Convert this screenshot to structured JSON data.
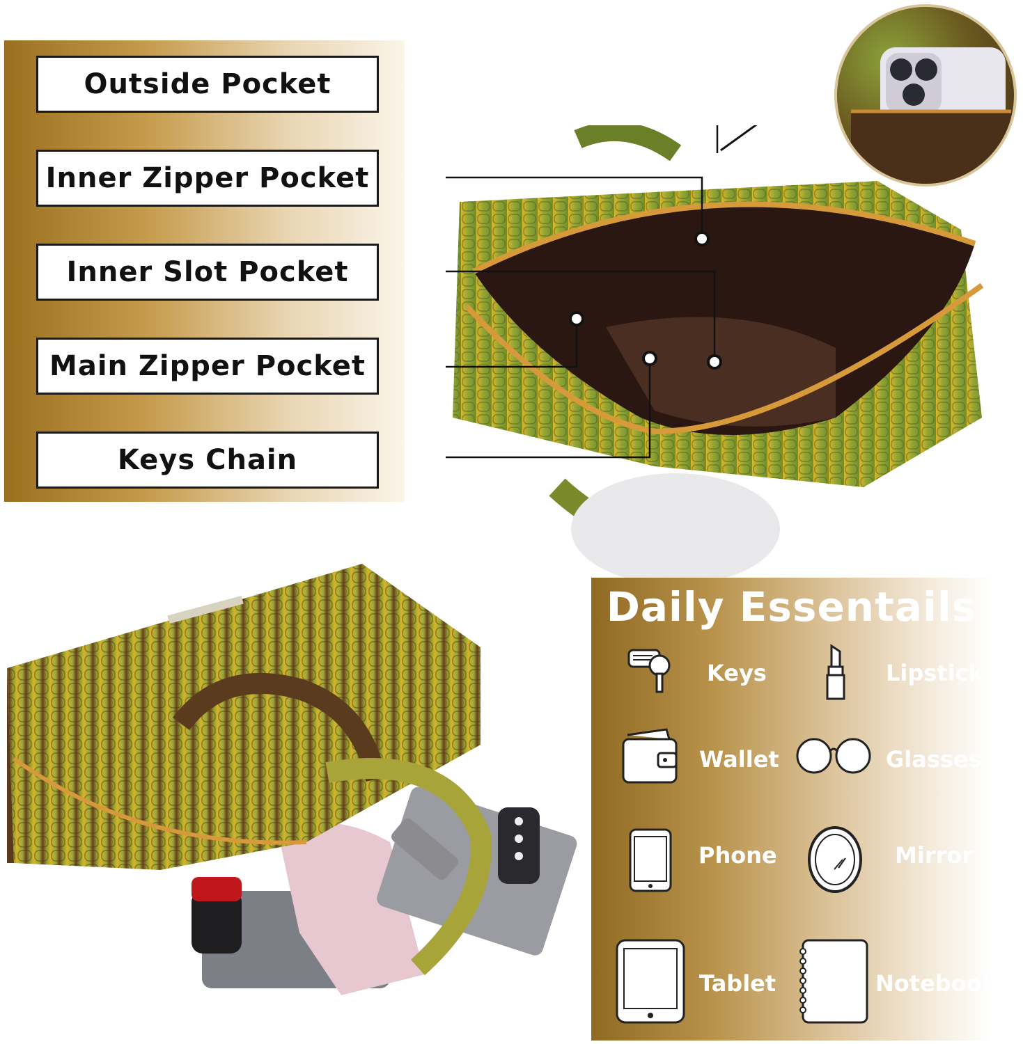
{
  "callouts": {
    "outside_pocket": "Outside Pocket",
    "inner_zipper_pocket": "Inner Zipper Pocket",
    "inner_slot_pocket": "Inner Slot Pocket",
    "main_zipper_pocket": "Main Zipper Pocket",
    "keys_chain": "Keys Chain"
  },
  "essentials": {
    "title": "Daily Essentails",
    "items": [
      {
        "label": "Keys",
        "icon": "keys-icon"
      },
      {
        "label": "Lipstick",
        "icon": "lipstick-icon"
      },
      {
        "label": "Wallet",
        "icon": "wallet-icon"
      },
      {
        "label": "Glasses",
        "icon": "glasses-icon"
      },
      {
        "label": "Phone",
        "icon": "phone-icon"
      },
      {
        "label": "Mirror",
        "icon": "mirror-icon"
      },
      {
        "label": "Tablet",
        "icon": "tablet-icon"
      },
      {
        "label": "Notebook",
        "icon": "notebook-icon"
      }
    ]
  },
  "colors": {
    "panel_gold": "#9a6f1e",
    "label_border": "#1a1a1a",
    "bag_yellow": "#d9b62a",
    "bag_green": "#7f9a2e",
    "bag_brown": "#5a3a1c"
  }
}
